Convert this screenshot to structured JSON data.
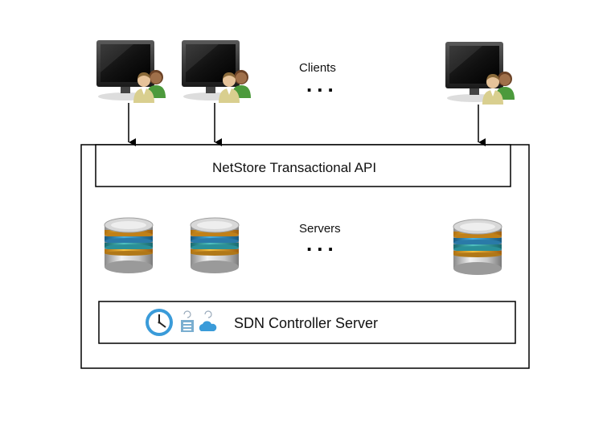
{
  "diagram": {
    "clients_label": "Clients",
    "servers_label": "Servers",
    "ellipsis": "...",
    "api_label": "NetStore Transactional API",
    "controller_label": "SDN Controller Server",
    "icons": {
      "client": "computer-with-users-icon",
      "server": "database-stack-icon",
      "clock": "clock-icon",
      "checklist": "checklist-icon",
      "cloud": "cloud-sync-icon"
    },
    "colors": {
      "line": "#000000",
      "clock": "#3a9bd9",
      "disk_orange": "#e0a020",
      "disk_blue": "#2a8ab0",
      "disk_teal": "#38a0a8"
    }
  }
}
